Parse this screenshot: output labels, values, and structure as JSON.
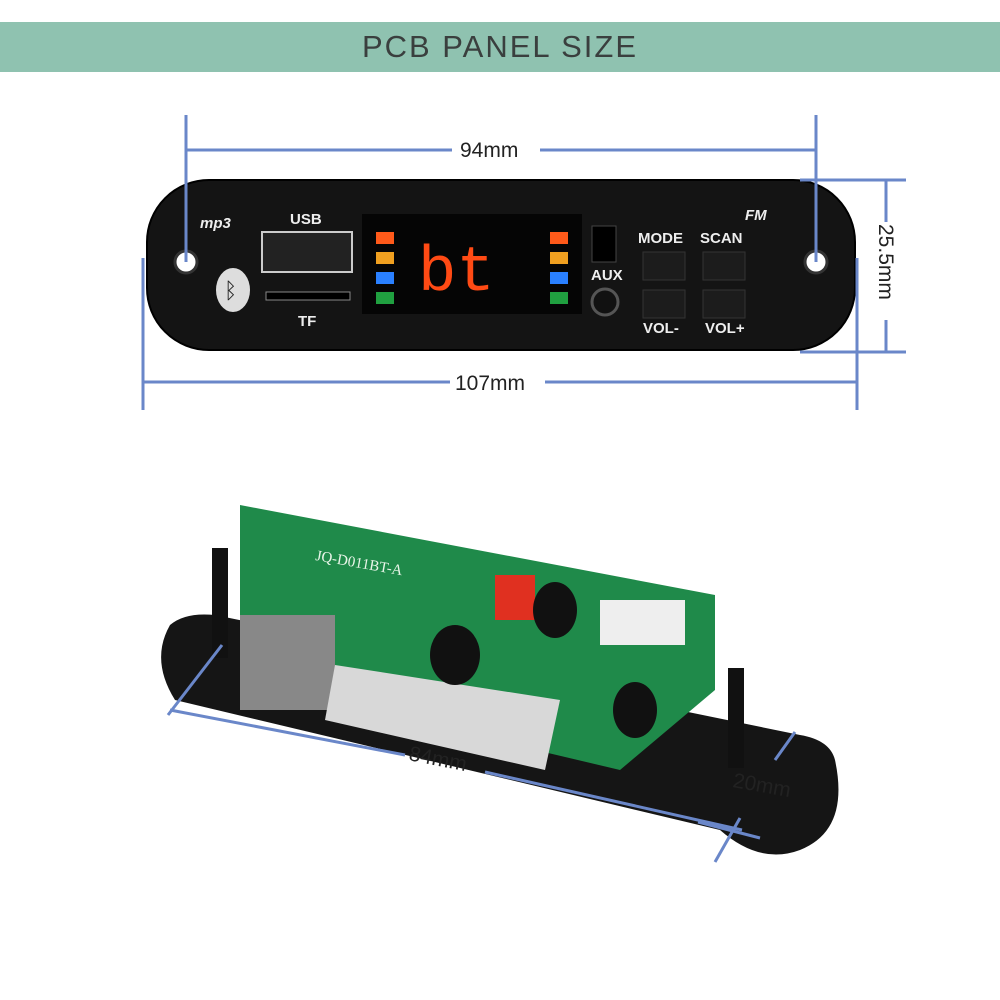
{
  "title": "PCB PANEL SIZE",
  "colors": {
    "band": "#8fc2b0",
    "dimension_line": "#6a87c9",
    "panel": "#111111",
    "pcb": "#1f8a4a",
    "display": "#ff4a14"
  },
  "dimensions": {
    "hole_spacing": "94mm",
    "height": "25.5mm",
    "width": "107mm",
    "pcb_length": "84mm",
    "depth": "20mm"
  },
  "panel": {
    "logo": "mp3",
    "usb_label": "USB",
    "tf_label": "TF",
    "display_text": "bt",
    "aux_label": "AUX",
    "fm_label": "FM",
    "buttons": [
      "MODE",
      "SCAN",
      "VOL-",
      "VOL+"
    ],
    "icons": [
      "bluetooth-icon"
    ]
  },
  "pcb": {
    "model": "JQ-D011BT-A"
  }
}
